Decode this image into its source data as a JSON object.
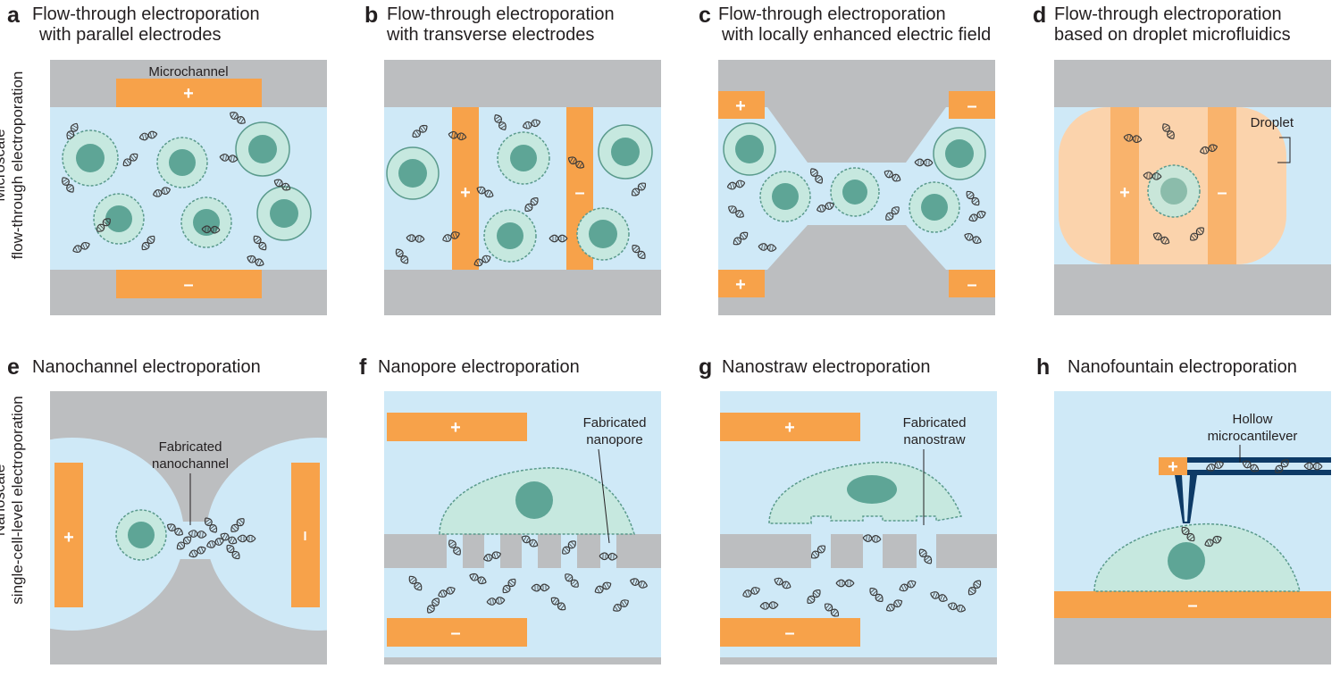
{
  "row_labels": {
    "top": [
      "Microscale",
      "flow-through electroporation"
    ],
    "bottom": [
      "Nanoscale",
      "single-cell-level electroporation"
    ]
  },
  "panels": {
    "a": {
      "letter": "a",
      "title": [
        "Flow-through electroporation",
        "with parallel electrodes"
      ],
      "labels": {
        "channel": "Microchannel"
      }
    },
    "b": {
      "letter": "b",
      "title": [
        "Flow-through electroporation",
        "with transverse electrodes"
      ]
    },
    "c": {
      "letter": "c",
      "title": [
        "Flow-through electroporation",
        "with locally enhanced electric field"
      ]
    },
    "d": {
      "letter": "d",
      "title": [
        "Flow-through electroporation",
        "based on droplet microfluidics"
      ],
      "labels": {
        "droplet": "Droplet"
      }
    },
    "e": {
      "letter": "e",
      "title": [
        "Nanochannel electroporation"
      ],
      "labels": {
        "feature": [
          "Fabricated",
          "nanochannel"
        ]
      }
    },
    "f": {
      "letter": "f",
      "title": [
        "Nanopore electroporation"
      ],
      "labels": {
        "feature": [
          "Fabricated",
          "nanopore"
        ]
      }
    },
    "g": {
      "letter": "g",
      "title": [
        "Nanostraw electroporation"
      ],
      "labels": {
        "feature": [
          "Fabricated",
          "nanostraw"
        ]
      }
    },
    "h": {
      "letter": "h",
      "title": [
        "Nanofountain electroporation"
      ],
      "labels": {
        "feature": [
          "Hollow",
          "microcantilever"
        ]
      }
    }
  },
  "symbols": {
    "plus": "+",
    "minus": "–"
  },
  "colors": {
    "gray": "#bcbec0",
    "fluid": "#cfe9f7",
    "electrode": "#f7a24a",
    "cell": "#c6e8df",
    "nucleus": "#5ea596",
    "cell_edge": "#5a9a8c",
    "droplet": "#fbd3ac",
    "cantilever": "#0d3a66"
  }
}
